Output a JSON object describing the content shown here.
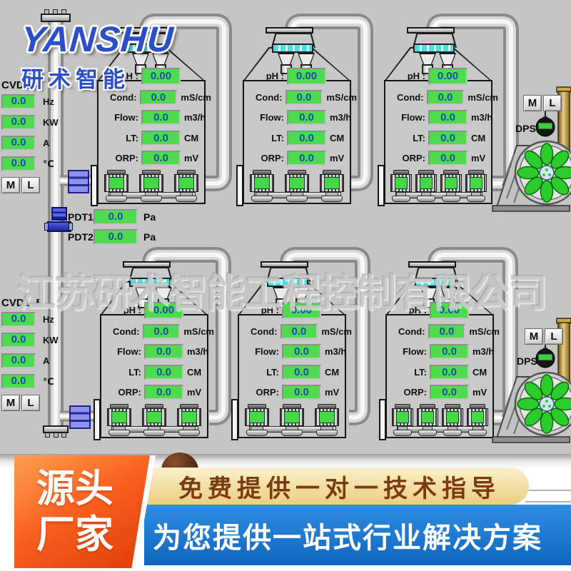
{
  "logo": {
    "brand": "YANSHU",
    "subtitle": "研术智能"
  },
  "watermark": "江苏研术智能工程控制有限公司",
  "vfd_panels": [
    {
      "title": "CVD1_4",
      "rows": [
        {
          "value": "0.0",
          "unit": "Hz"
        },
        {
          "value": "0.0",
          "unit": "KW"
        },
        {
          "value": "0.0",
          "unit": "A"
        },
        {
          "value": "0.0",
          "unit": "℃"
        }
      ],
      "btn_m": "M",
      "btn_l": "L"
    },
    {
      "title": "CVD1_5",
      "rows": [
        {
          "value": "0.0",
          "unit": "Hz"
        },
        {
          "value": "0.0",
          "unit": "KW"
        },
        {
          "value": "0.0",
          "unit": "A"
        },
        {
          "value": "0.0",
          "unit": "℃"
        }
      ],
      "btn_m": "M",
      "btn_l": "L"
    }
  ],
  "pdt": {
    "rows": [
      {
        "label": "PDT1",
        "value": "0.0",
        "unit": "Pa"
      },
      {
        "label": "PDT2",
        "value": "0.0",
        "unit": "Pa"
      }
    ]
  },
  "tanks": [
    {
      "pumps": 3,
      "params": [
        {
          "label": "pH :",
          "value": "0.00",
          "unit": ""
        },
        {
          "label": "Cond:",
          "value": "0.0",
          "unit": "mS/cm"
        },
        {
          "label": "Flow:",
          "value": "0.0",
          "unit": "m3/h"
        },
        {
          "label": "LT:",
          "value": "0.0",
          "unit": "CM"
        },
        {
          "label": "ORP:",
          "value": "0.0",
          "unit": "mV"
        }
      ]
    },
    {
      "pumps": 3,
      "params": [
        {
          "label": "pH :",
          "value": "0.00",
          "unit": ""
        },
        {
          "label": "Cond:",
          "value": "0.0",
          "unit": "mS/cm"
        },
        {
          "label": "Flow:",
          "value": "0.0",
          "unit": "m3/h"
        },
        {
          "label": "LT:",
          "value": "0.0",
          "unit": "CM"
        },
        {
          "label": "ORP:",
          "value": "0.0",
          "unit": "mV"
        }
      ]
    },
    {
      "pumps": 4,
      "params": [
        {
          "label": "pH :",
          "value": "0.00",
          "unit": ""
        },
        {
          "label": "Cond:",
          "value": "0.0",
          "unit": "mS/cm"
        },
        {
          "label": "Flow:",
          "value": "0.0",
          "unit": "m3/h"
        },
        {
          "label": "LT:",
          "value": "0.0",
          "unit": "CM"
        },
        {
          "label": "ORP:",
          "value": "0.0",
          "unit": "mV"
        }
      ]
    },
    {
      "pumps": 3,
      "params": [
        {
          "label": "pH :",
          "value": "0.00",
          "unit": ""
        },
        {
          "label": "Cond:",
          "value": "0.0",
          "unit": "mS/cm"
        },
        {
          "label": "Flow:",
          "value": "0.0",
          "unit": "m3/h"
        },
        {
          "label": "LT:",
          "value": "0.0",
          "unit": "CM"
        },
        {
          "label": "ORP:",
          "value": "0.0",
          "unit": "mV"
        }
      ]
    },
    {
      "pumps": 3,
      "params": [
        {
          "label": "pH :",
          "value": "0.00",
          "unit": ""
        },
        {
          "label": "Cond:",
          "value": "0.0",
          "unit": "mS/cm"
        },
        {
          "label": "Flow:",
          "value": "0.0",
          "unit": "m3/h"
        },
        {
          "label": "LT:",
          "value": "0.0",
          "unit": "CM"
        },
        {
          "label": "ORP:",
          "value": "0.0",
          "unit": "mV"
        }
      ]
    },
    {
      "pumps": 4,
      "params": [
        {
          "label": "pH :",
          "value": "0.00",
          "unit": ""
        },
        {
          "label": "Cond:",
          "value": "0.0",
          "unit": "mS/cm"
        },
        {
          "label": "Flow:",
          "value": "0.0",
          "unit": "m3/h"
        },
        {
          "label": "LT:",
          "value": "0.0",
          "unit": "CM"
        },
        {
          "label": "ORP:",
          "value": "0.0",
          "unit": "mV"
        }
      ]
    }
  ],
  "blowers": [
    {
      "btn_m": "M",
      "btn_l": "L",
      "gauge": "DPS"
    },
    {
      "btn_m": "M",
      "btn_l": "L",
      "gauge": "DPS"
    }
  ],
  "banner": {
    "left_top": "源头",
    "left_bottom": "厂家",
    "ribbon_top": "免费提供一对一技术指导",
    "ribbon_bottom": "为您提供一站式行业解决方案"
  },
  "colors": {
    "display_green": "#4edc4e",
    "display_text_blue": "#1d4da8",
    "logo_blue": "#2b4fc8",
    "banner_orange": "#f85f1e",
    "banner_blue": "#1478d0",
    "ribbon_beige": "#f2e0a8",
    "fan_green": "#2bcc2b"
  }
}
